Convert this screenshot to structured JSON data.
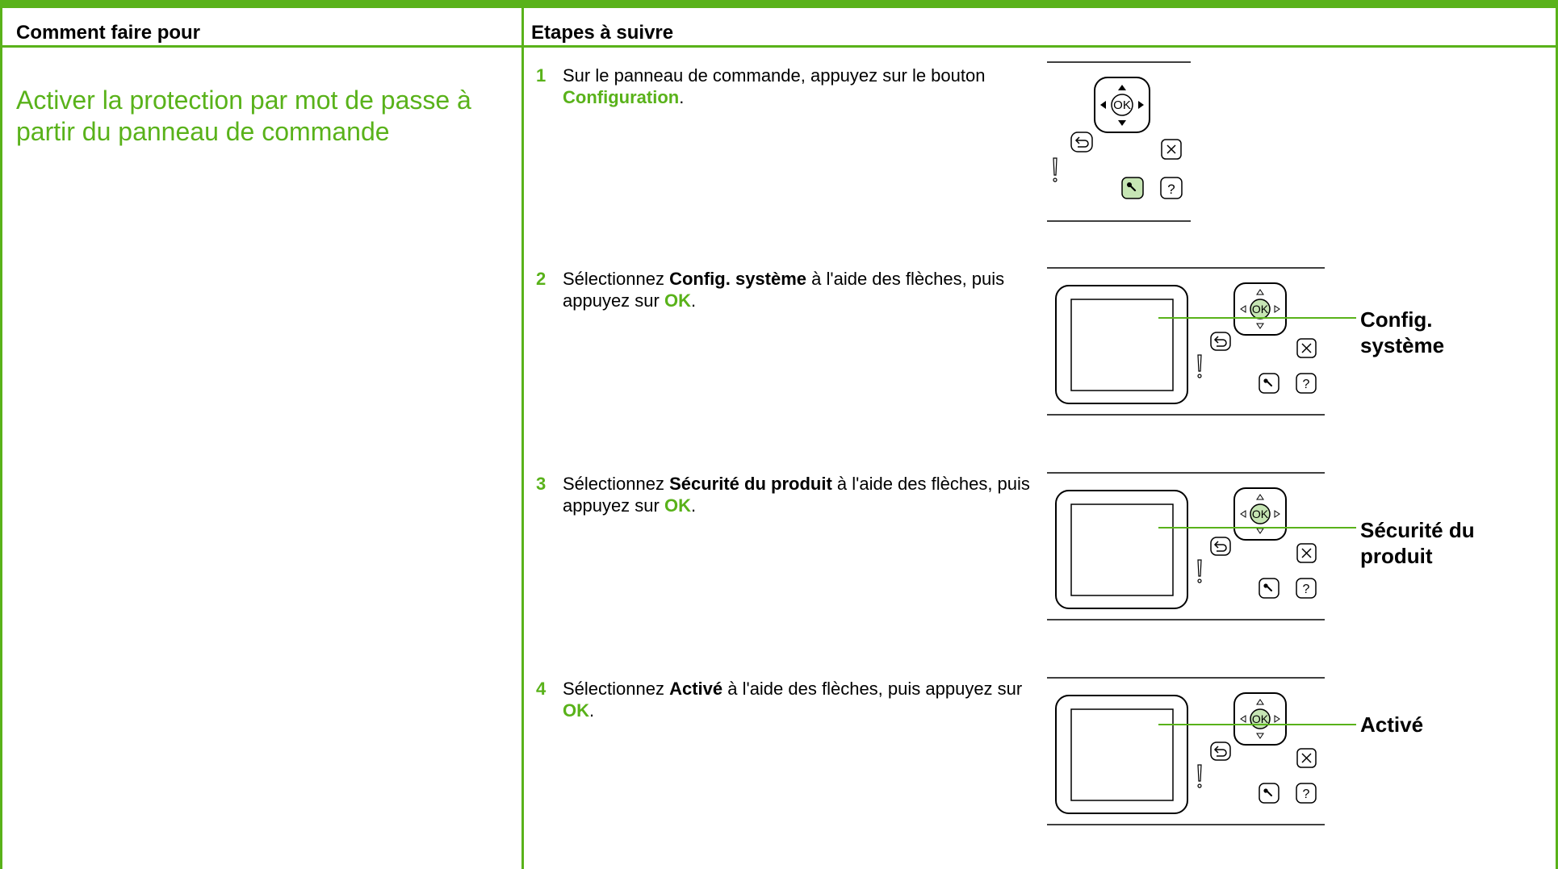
{
  "header": {
    "col1": "Comment faire pour",
    "col2": "Etapes à suivre"
  },
  "howto": "Activer la protection par mot de passe à partir du panneau de commande",
  "steps": [
    {
      "num": "1",
      "t1": "Sur le panneau de commande, appuyez sur le bouton ",
      "b1": "Configuration",
      "t2": "."
    },
    {
      "num": "2",
      "t1": "Sélectionnez ",
      "b1": "Config. système",
      "t2": " à l'aide des flèches, puis appuyez sur ",
      "ok": "OK",
      "t3": ".",
      "callout_line1": "Config.",
      "callout_line2": "système"
    },
    {
      "num": "3",
      "t1": "Sélectionnez ",
      "b1": "Sécurité du produit",
      "t2": " à l'aide des flèches, puis appuyez sur ",
      "ok": "OK",
      "t3": ".",
      "callout_line1": "Sécurité du",
      "callout_line2": "produit"
    },
    {
      "num": "4",
      "t1": "Sélectionnez ",
      "b1": "Activé",
      "t2": " à l'aide des flèches, puis appuyez sur ",
      "ok": "OK",
      "t3": ".",
      "callout_line1": "Activé"
    }
  ],
  "panel": {
    "ok_label": "OK",
    "help_label": "?"
  },
  "colors": {
    "accent": "#59b21a",
    "highlight_fill": "#c6e5b4"
  }
}
